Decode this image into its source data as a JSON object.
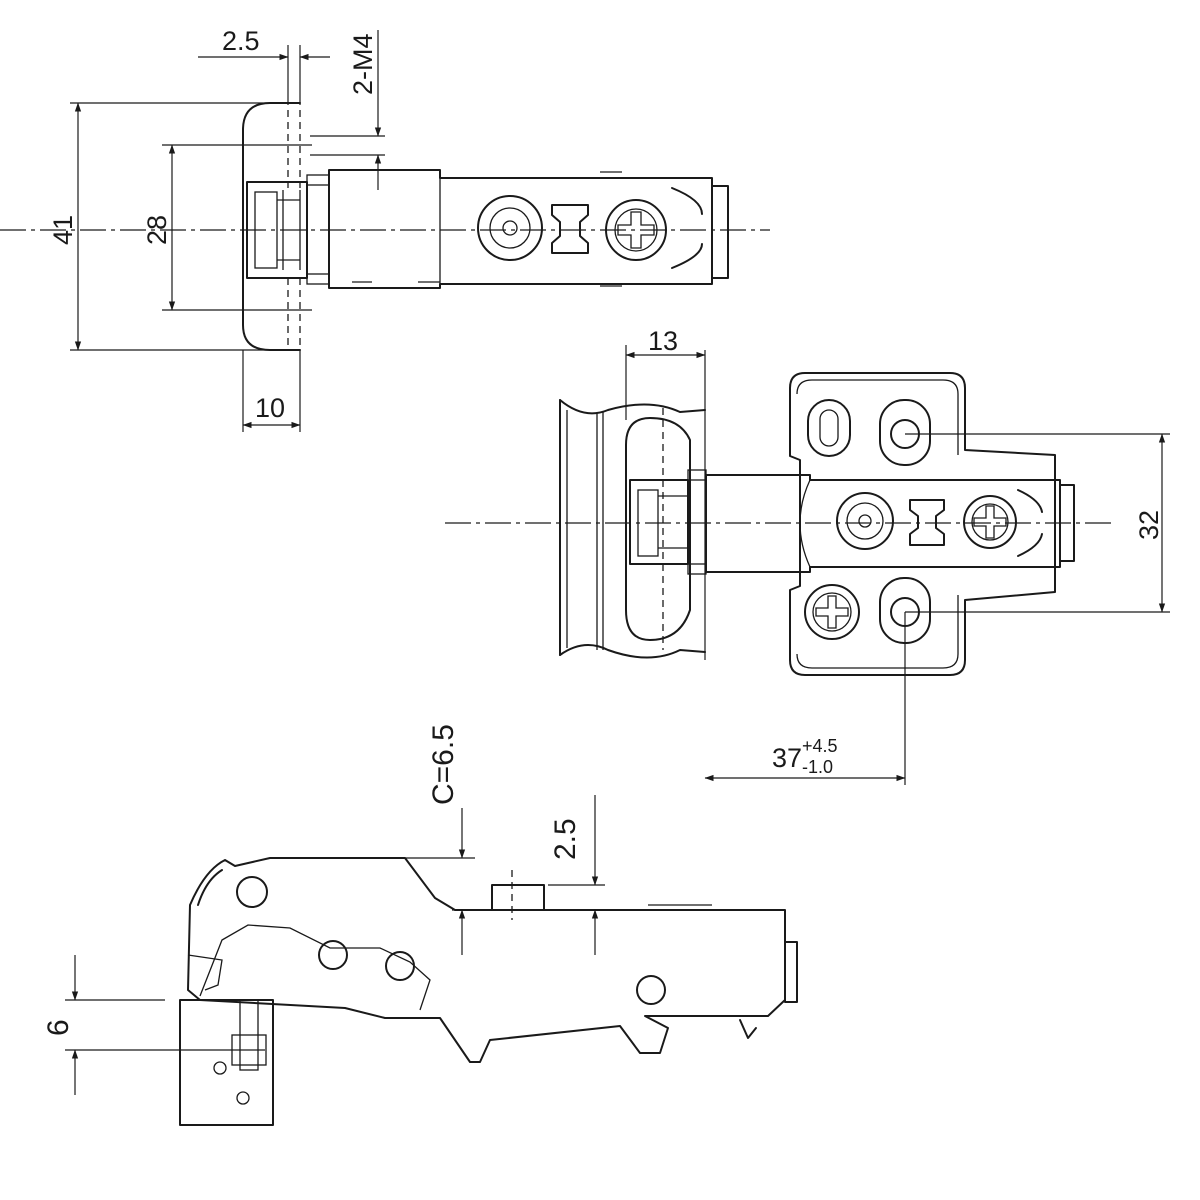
{
  "drawing": {
    "top_view": {
      "dims": {
        "width_2_5": "2.5",
        "thread": "2-M4",
        "overall_41": "41",
        "spacing_28": "28",
        "depth_10": "10"
      }
    },
    "mounted_view": {
      "dims": {
        "cup_13": "13",
        "plate_32": "32",
        "dist_base": "37",
        "tol_plus": "+4.5",
        "tol_minus": "-1.0"
      }
    },
    "side_view": {
      "dims": {
        "crank": "C=6.5",
        "height_2_5": "2.5",
        "offset_6": "6"
      }
    }
  }
}
